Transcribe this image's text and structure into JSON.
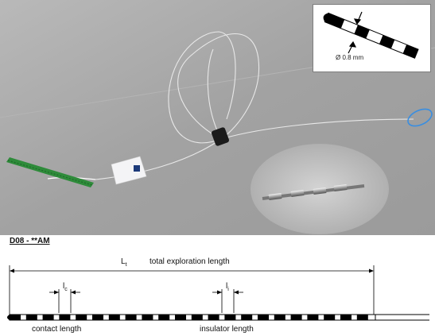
{
  "inset": {
    "diameter_label": "Ø 0.8 mm"
  },
  "diagram": {
    "title": "D08 - **AM",
    "lt_symbol": "L",
    "lt_subscript": "t",
    "total_length_label": "total exploration length",
    "lc_symbol": "l",
    "lc_subscript": "c",
    "li_symbol": "l",
    "li_subscript": "i",
    "contact_length_label": "contact length",
    "insulator_length_label": "insulator length"
  },
  "colors": {
    "electrode_black": "#000000",
    "connector_green": "#2e8b3a",
    "highlight_blue": "#3a8ee0",
    "table_gray": "#9a9a9a"
  }
}
